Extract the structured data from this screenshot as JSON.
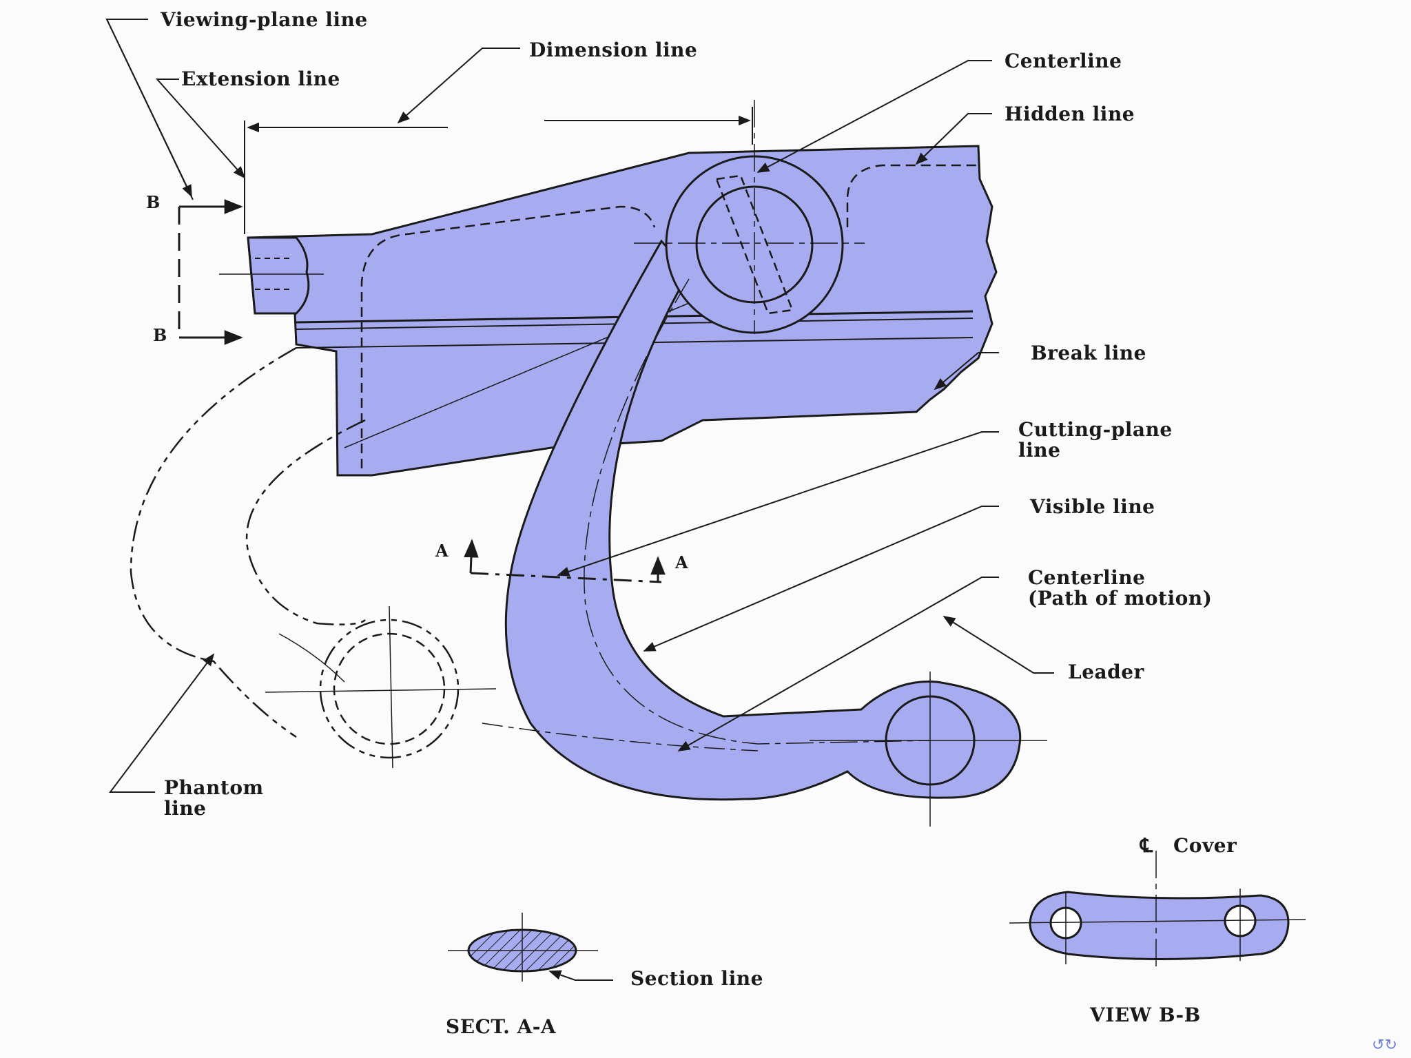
{
  "labels": {
    "viewing_plane_line": "Viewing-plane line",
    "dimension_line": "Dimension line",
    "extension_line": "Extension line",
    "centerline_top": "Centerline",
    "hidden_line": "Hidden line",
    "break_line": "Break line",
    "cutting_plane_line_1": "Cutting-plane",
    "cutting_plane_line_2": "line",
    "visible_line": "Visible line",
    "centerline_motion_1": "Centerline",
    "centerline_motion_2": "(Path of motion)",
    "leader": "Leader",
    "phantom_line_1": "Phantom",
    "phantom_line_2": "line",
    "section_line": "Section line",
    "cover": "Cover",
    "centerline_symbol": "℄",
    "view_b": "B",
    "section_a": "A",
    "sect_aa": "SECT. A-A",
    "view_bb": "VIEW B-B"
  },
  "colors": {
    "part_fill": "#a7acf0",
    "line": "#1a1a1a",
    "nav": "#6f7fd8"
  },
  "nav_icons": "navigation-icons"
}
